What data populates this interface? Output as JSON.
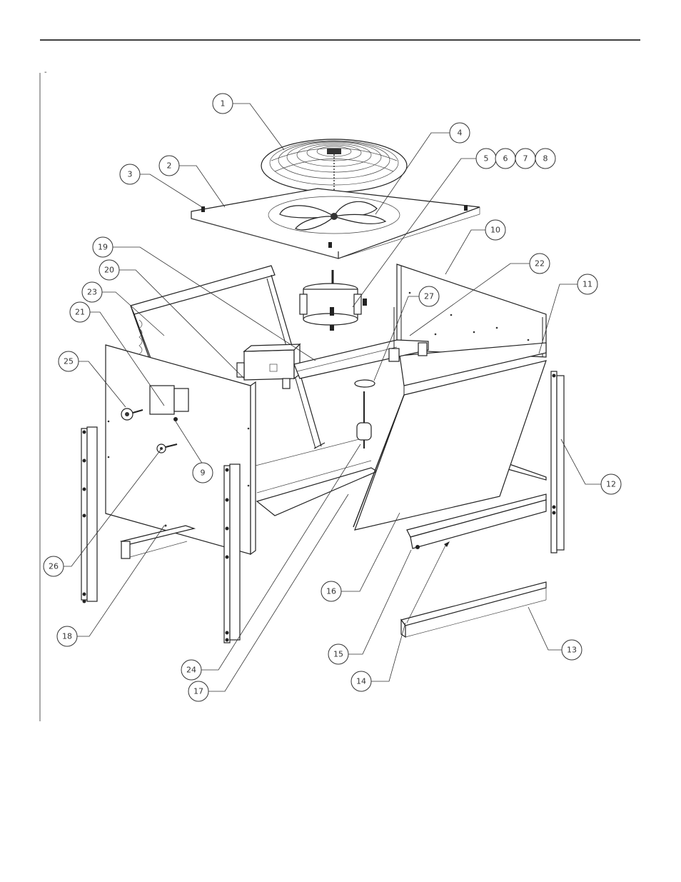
{
  "page": {
    "mark": "-"
  },
  "callouts": [
    {
      "id": "1",
      "label": "1"
    },
    {
      "id": "2",
      "label": "2"
    },
    {
      "id": "3",
      "label": "3"
    },
    {
      "id": "4",
      "label": "4"
    },
    {
      "id": "5",
      "label": "5"
    },
    {
      "id": "6",
      "label": "6"
    },
    {
      "id": "7",
      "label": "7"
    },
    {
      "id": "8",
      "label": "8"
    },
    {
      "id": "9",
      "label": "9"
    },
    {
      "id": "10",
      "label": "10"
    },
    {
      "id": "11",
      "label": "11"
    },
    {
      "id": "12",
      "label": "12"
    },
    {
      "id": "13",
      "label": "13"
    },
    {
      "id": "14",
      "label": "14"
    },
    {
      "id": "15",
      "label": "15"
    },
    {
      "id": "16",
      "label": "16"
    },
    {
      "id": "17",
      "label": "17"
    },
    {
      "id": "18",
      "label": "18"
    },
    {
      "id": "19",
      "label": "19"
    },
    {
      "id": "20",
      "label": "20"
    },
    {
      "id": "21",
      "label": "21"
    },
    {
      "id": "22",
      "label": "22"
    },
    {
      "id": "23",
      "label": "23"
    },
    {
      "id": "24",
      "label": "24"
    },
    {
      "id": "25",
      "label": "25"
    },
    {
      "id": "26",
      "label": "26"
    },
    {
      "id": "27",
      "label": "27"
    }
  ]
}
